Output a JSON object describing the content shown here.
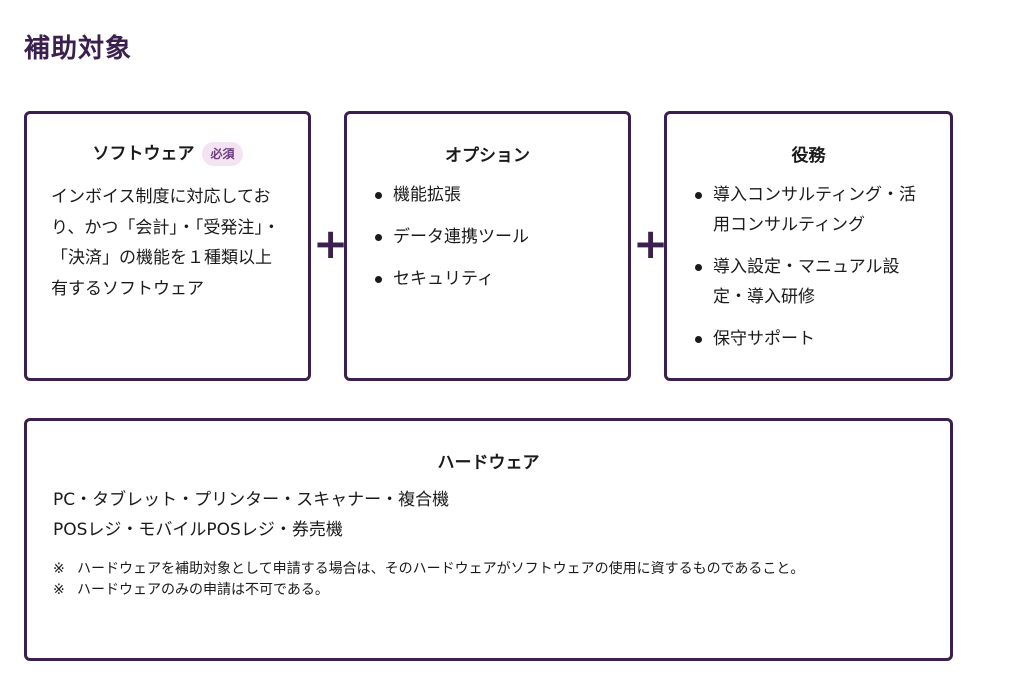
{
  "title": "補助対象",
  "software": {
    "heading": "ソフトウェア",
    "badge": "必須",
    "description": "インボイス制度に対応しており、かつ「会計」・「受発注」・「決済」の機能を１種類以上有するソフトウェア"
  },
  "plus_symbol": "+",
  "option": {
    "heading": "オプション",
    "items": [
      "機能拡張",
      "データ連携ツール",
      "セキュリティ"
    ]
  },
  "service": {
    "heading": "役務",
    "items": [
      "導入コンサルティング・活用コンサルティング",
      "導入設定・マニュアル設定・導入研修",
      "保守サポート"
    ]
  },
  "hardware": {
    "heading": "ハードウェア",
    "lines": [
      "PC・タブレット・プリンター・スキャナー・複合機",
      "POSレジ・モバイルPOSレジ・券売機"
    ],
    "note_mark": "※",
    "notes": [
      "ハードウェアを補助対象として申請する場合は、そのハードウェアがソフトウェアの使用に資するものであること。",
      "ハードウェアのみの申請は不可である。"
    ]
  },
  "colors": {
    "accent": "#3b1f4f",
    "badge_bg": "#f3e3f3",
    "badge_text": "#6b3d7a"
  }
}
